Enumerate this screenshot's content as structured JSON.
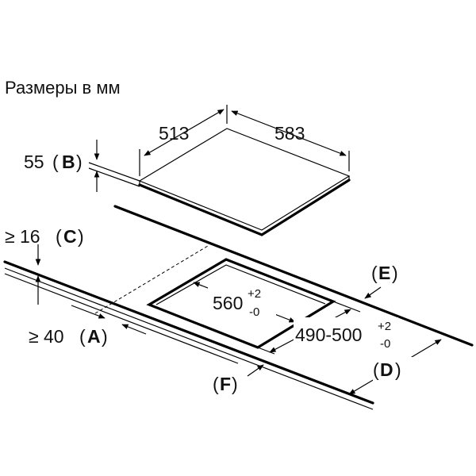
{
  "title": "Размеры в мм",
  "dims": {
    "depth": "513",
    "width": "583",
    "height": "55",
    "cutout_w": "560",
    "cutout_w_tol_up": "+2",
    "cutout_w_tol_dn": "-0",
    "cutout_d": "490-500",
    "cutout_d_tol_up": "+2",
    "cutout_d_tol_dn": "-0",
    "min_thickness": "≥ 16",
    "min_front": "≥ 40"
  },
  "labels": {
    "B": "B",
    "C": "C",
    "A": "A",
    "D": "D",
    "E": "E",
    "F": "F",
    "open": "(",
    "close": ")"
  }
}
